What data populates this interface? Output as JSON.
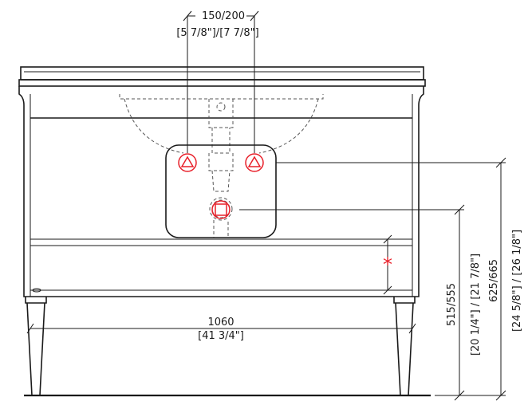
{
  "dimensions": {
    "tap_spacing": {
      "mm": "150/200",
      "inch": "[5 7/8\"]/[7 7/8\"]"
    },
    "width": {
      "mm": "1060",
      "inch": "[41 3/4\"]"
    },
    "drain_height": {
      "mm": "515/555",
      "inch": "[20 1/4\"] / [21 7/8\"]"
    },
    "supply_height": {
      "mm": "625/665",
      "inch": "[24 5/8\"] / [26 1/8\"]"
    }
  },
  "markers": {
    "asterisk": "*"
  },
  "colors": {
    "line": "#1a1a1a",
    "accent": "#e8202a",
    "hidden": "#555555"
  }
}
